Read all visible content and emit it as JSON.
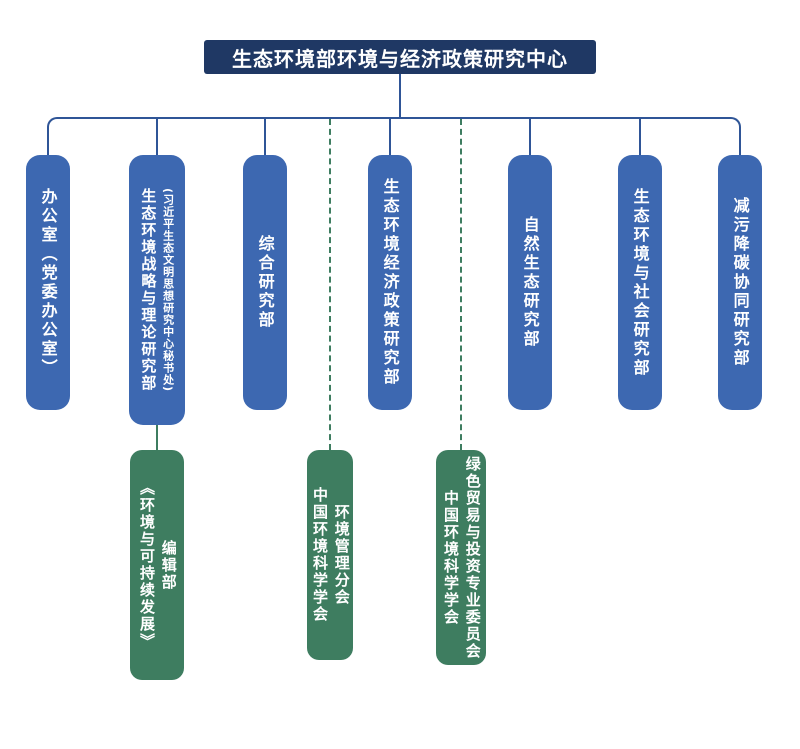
{
  "header": {
    "title": "生态环境部环境与经济政策研究中心"
  },
  "departments": [
    {
      "label": "办公室（党委办公室）"
    },
    {
      "label": "生态环境战略与理论研究部",
      "sub_label": "(习近平生态文明思想研究中心秘书处)"
    },
    {
      "label": "综合研究部"
    },
    {
      "label": "生态环境经济政策研究部"
    },
    {
      "label": "自然生态研究部"
    },
    {
      "label": "生态环境与社会研究部"
    },
    {
      "label": "减污降碳协同研究部"
    }
  ],
  "affiliates": [
    {
      "label": "《环境与可持续发展》\n编辑部",
      "connector": "solid"
    },
    {
      "label": "中国环境科学学会\n环境管理分会",
      "connector": "dashed"
    },
    {
      "label": "中国环境科学学会\n绿色贸易与投资专业委员会",
      "connector": "dashed"
    }
  ],
  "colors": {
    "header_bg": "#1f3864",
    "department_bg": "#3d68b1",
    "affiliate_bg": "#3e7d60",
    "tree_line": "#2f5597",
    "affiliate_line": "#3e7d60"
  }
}
